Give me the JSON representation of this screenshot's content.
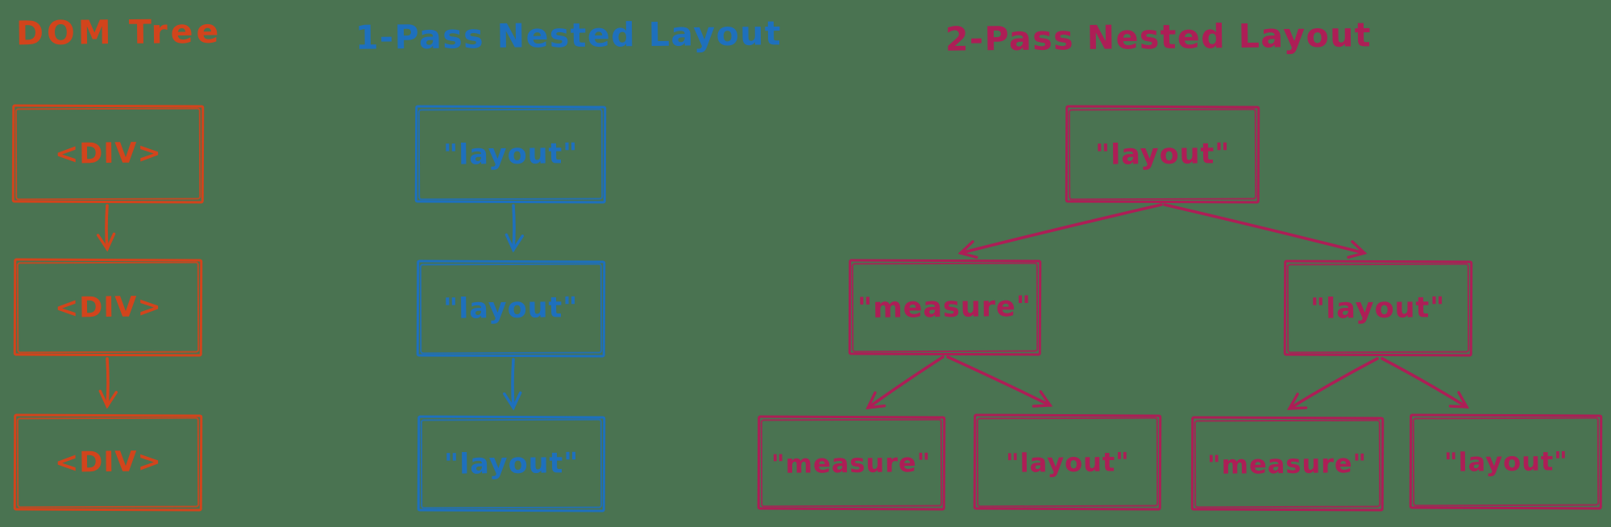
{
  "background_color": "#4a7351",
  "dom_tree": {
    "title": "DOM Tree",
    "color": "#d2441c",
    "node1": "<DIV>",
    "node2": "<DIV>",
    "node3": "<DIV>"
  },
  "one_pass": {
    "title": "1-Pass Nested Layout",
    "color": "#1e70bd",
    "node1": "\"layout\"",
    "node2": "\"layout\"",
    "node3": "\"layout\""
  },
  "two_pass": {
    "title": "2-Pass Nested Layout",
    "color": "#ad1e56",
    "root": "\"layout\"",
    "left_child": "\"measure\"",
    "right_child": "\"layout\"",
    "leaf1": "\"measure\"",
    "leaf2": "\"layout\"",
    "leaf3": "\"measure\"",
    "leaf4": "\"layout\""
  }
}
